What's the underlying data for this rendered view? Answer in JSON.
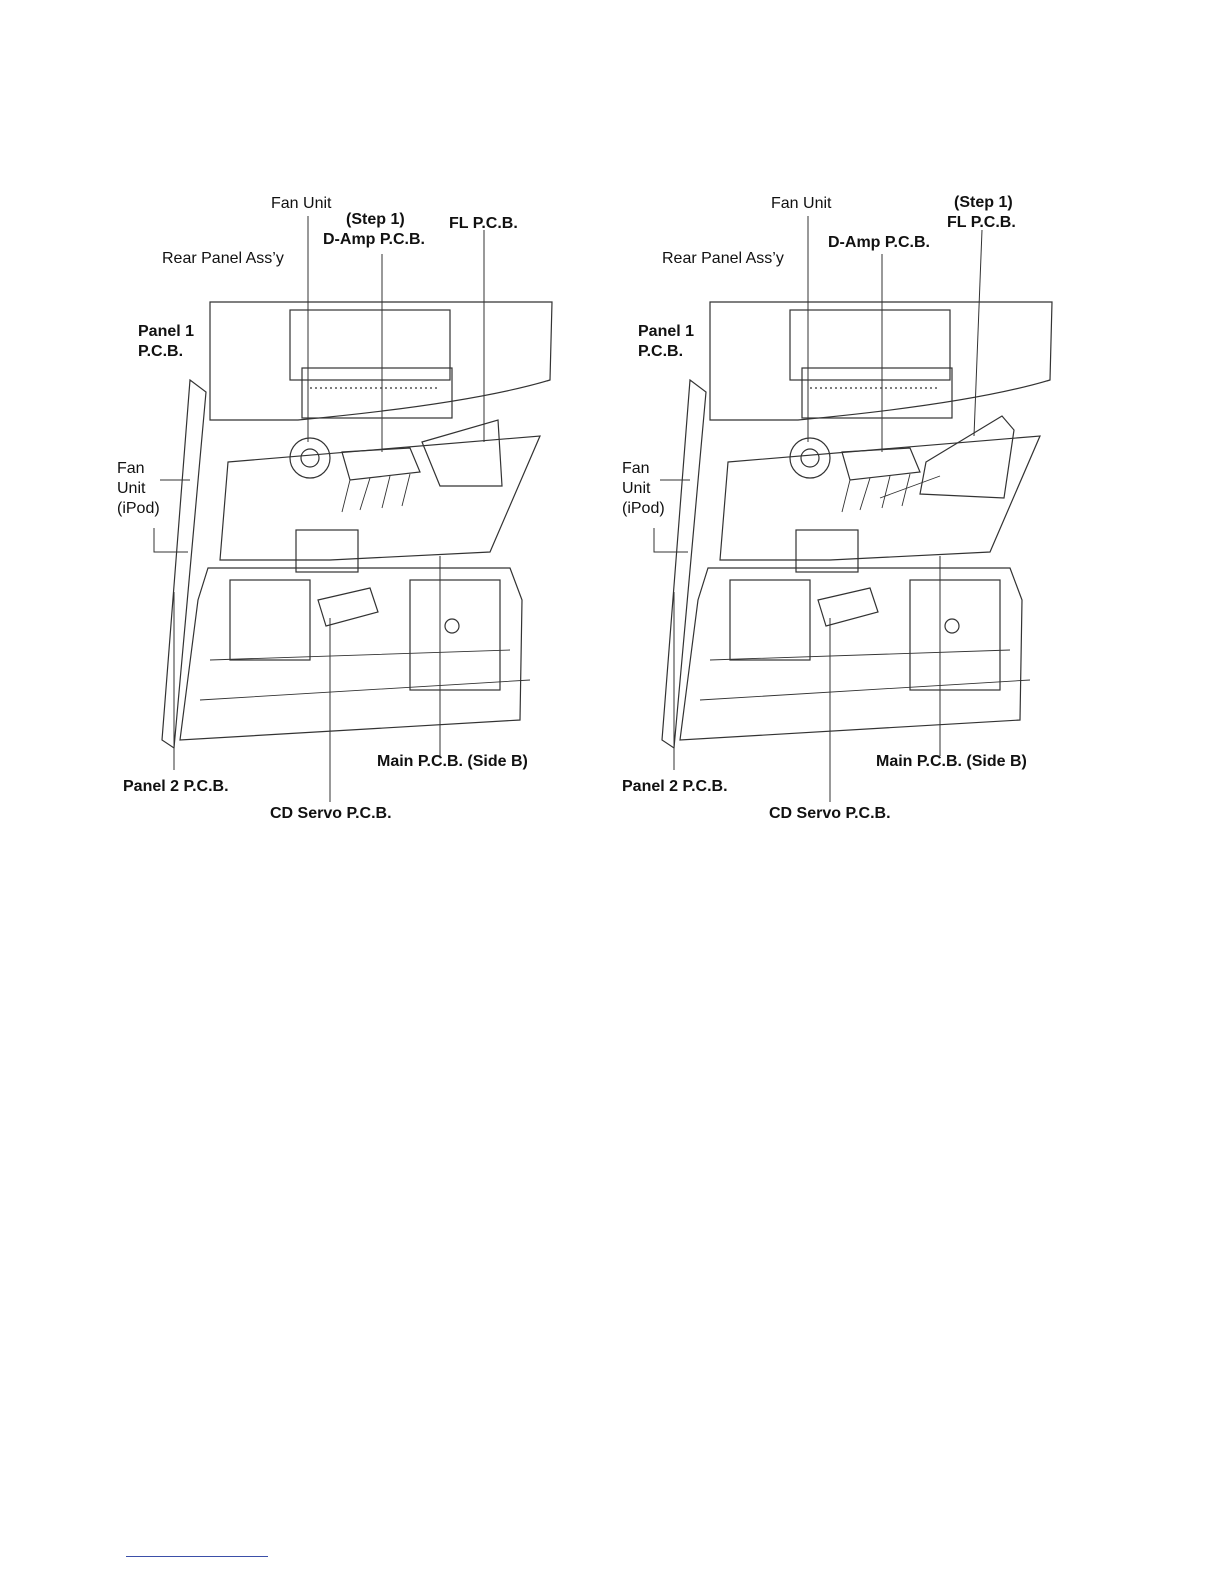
{
  "figures": [
    {
      "id": "left",
      "labels": {
        "fan_unit": "Fan Unit",
        "step": "(Step 1)",
        "damp": "D-Amp P.C.B.",
        "fl": "FL P.C.B.",
        "rear_panel": "Rear Panel Ass’y",
        "panel1_line1": "Panel 1",
        "panel1_line2": "P.C.B.",
        "fan_ipod_line1": "Fan",
        "fan_ipod_line2": "Unit",
        "fan_ipod_line3": "(iPod)",
        "main": "Main P.C.B. (Side B)",
        "panel2": "Panel 2 P.C.B.",
        "cd_servo": "CD Servo P.C.B."
      }
    },
    {
      "id": "right",
      "labels": {
        "fan_unit": "Fan Unit",
        "step": "(Step 1)",
        "damp": "D-Amp P.C.B.",
        "fl": "FL P.C.B.",
        "rear_panel": "Rear Panel Ass’y",
        "panel1_line1": "Panel 1",
        "panel1_line2": "P.C.B.",
        "fan_ipod_line1": "Fan",
        "fan_ipod_line2": "Unit",
        "fan_ipod_line3": "(iPod)",
        "main": "Main P.C.B. (Side B)",
        "panel2": "Panel 2 P.C.B.",
        "cd_servo": "CD Servo P.C.B."
      }
    }
  ],
  "colors": {
    "line": "#333333",
    "footer_rule": "#3b4fa8"
  }
}
